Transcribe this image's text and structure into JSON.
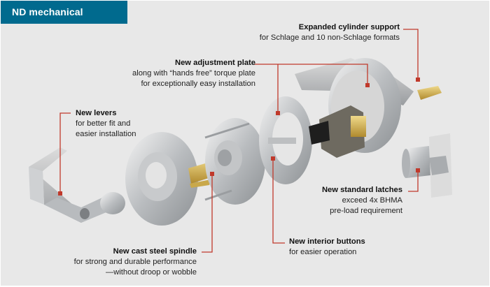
{
  "title": "ND mechanical",
  "colors": {
    "title_bar": "#006a8e",
    "background": "#e8e8e8",
    "leader_line": "#c0392b",
    "brass": "#c9a84a"
  },
  "callouts": [
    {
      "id": "cylinder",
      "heading": "Expanded cylinder support",
      "lines": [
        "for Schlage and 10 non-Schlage formats"
      ]
    },
    {
      "id": "adjustment",
      "heading": "New adjustment plate",
      "lines": [
        "along with “hands free” torque plate",
        "for exceptionally easy installation"
      ]
    },
    {
      "id": "levers",
      "heading": "New levers",
      "lines": [
        "for better fit and",
        "easier installation"
      ]
    },
    {
      "id": "latches",
      "heading": "New standard latches",
      "lines": [
        "exceed 4x BHMA",
        "pre-load requirement"
      ]
    },
    {
      "id": "buttons",
      "heading": "New interior buttons",
      "lines": [
        "for easier operation"
      ]
    },
    {
      "id": "spindle",
      "heading": "New cast steel spindle",
      "lines": [
        "for  strong and durable performance",
        "—without droop or wobble"
      ]
    }
  ]
}
